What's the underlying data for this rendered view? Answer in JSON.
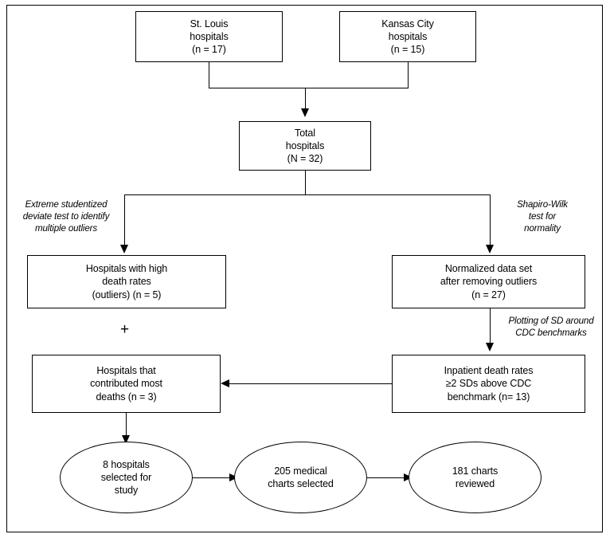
{
  "figure": {
    "type": "flowchart",
    "orientation": "top-down",
    "border": "#000000"
  },
  "nodes": {
    "st_louis": {
      "label": "St. Louis\nhospitals\n(n = 17)"
    },
    "kansas_city": {
      "label": "Kansas City\nhospitals\n(n = 15)"
    },
    "total_hospitals": {
      "label": "Total\nhospitals\n(N = 32)"
    },
    "high_death_rates": {
      "label": "Hospitals with high\ndeath rates\n(outliers) (n = 5)"
    },
    "normalized_data": {
      "label": "Normalized data set\nafter removing outliers\n(n = 27)"
    },
    "contributed_most": {
      "label": "Hospitals that\ncontributed most\ndeaths (n = 3)"
    },
    "inpatient_rates": {
      "label": "Inpatient death rates\n≥2 SDs above CDC\nbenchmark (n= 13)"
    },
    "selected_study": {
      "label": "8 hospitals\nselected for\nstudy"
    },
    "charts_selected": {
      "label": "205 medical\ncharts selected"
    },
    "charts_reviewed": {
      "label": "181 charts\nreviewed"
    }
  },
  "annotations": {
    "left_test": {
      "label": "Extreme studentized\ndeviate test to identify\nmultiple outliers"
    },
    "right_test": {
      "label": "Shapiro-Wilk\ntest for\nnormality"
    },
    "plotting_sd": {
      "label": "Plotting of SD around\nCDC benchmarks"
    },
    "plus": {
      "label": "+"
    }
  }
}
